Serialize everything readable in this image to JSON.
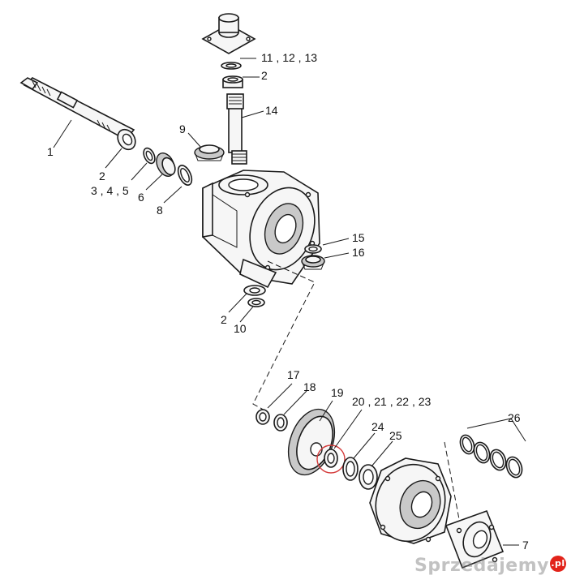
{
  "labels": {
    "l1": "1",
    "l2a": "2",
    "l2b": "2",
    "l2c": "2",
    "l345": "3 , 4 , 5",
    "l6": "6",
    "l7": "7",
    "l8": "8",
    "l9": "9",
    "l10": "10",
    "l111213": "11 , 12 , 13",
    "l14": "14",
    "l15": "15",
    "l16": "16",
    "l17": "17",
    "l18": "18",
    "l19": "19",
    "l20_23": "20 , 21 , 22 , 23",
    "l24": "24",
    "l25": "25",
    "l26": "26"
  },
  "watermark": {
    "text": "Sprzedajemy",
    "badge": ".pl"
  },
  "colors": {
    "line": "#1a1a1a",
    "highlight": "#d43a3a",
    "watermark_badge": "#e2231a"
  }
}
